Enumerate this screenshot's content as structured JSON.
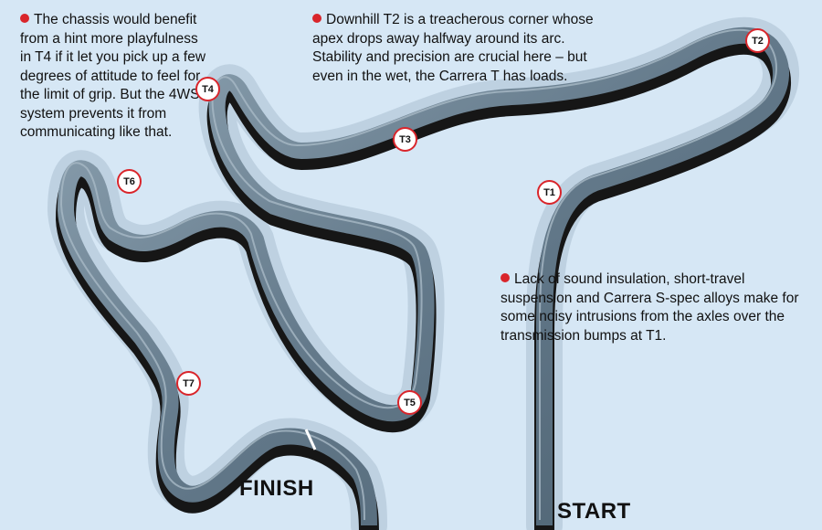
{
  "annotations": [
    {
      "id": "note-t4",
      "text": "The chassis would benefit from a hint more playfulness in T4 if it let you pick up a few degrees of attitude to feel for the limit of grip. But the 4WS system prevents it from communicating like that."
    },
    {
      "id": "note-t2",
      "text": "Downhill T2 is a treacherous corner whose apex drops away halfway around its arc. Stability and precision are crucial here – but even in the wet, the Carrera T has loads."
    },
    {
      "id": "note-t1",
      "text": "Lack of sound insulation, short-travel suspension and Carrera S-spec alloys make for some noisy intrusions from the axles over the transmission bumps at T1."
    }
  ],
  "corners": [
    "T1",
    "T2",
    "T3",
    "T4",
    "T5",
    "T6",
    "T7"
  ],
  "labels": {
    "start": "START",
    "finish": "FINISH"
  },
  "colors": {
    "background": "#d6e7f5",
    "track": "#5e7586",
    "track_wall": "#161616",
    "marker": "#d9252b"
  }
}
